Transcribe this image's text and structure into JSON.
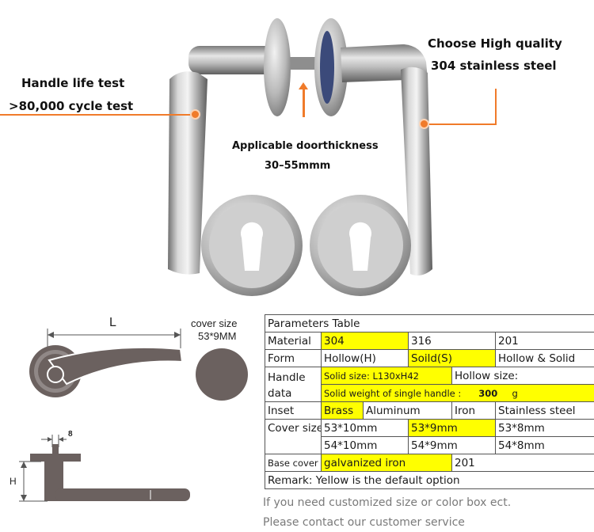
{
  "callouts": {
    "life_test_title": "Handle life test",
    "life_test_value": ">80,000 cycle test",
    "door_title": "Applicable doorthickness",
    "door_value": "30–55mmm",
    "quality_title": "Choose High quality",
    "quality_value": "304 stainless steel"
  },
  "diagram": {
    "length_label": "L",
    "cover_label_1": "cover size",
    "cover_label_2": "53*9MM",
    "width_label": "8",
    "height_label": "H"
  },
  "table": {
    "title": "Parameters Table",
    "material": {
      "label": "Material",
      "v1": "304",
      "v2": "316",
      "v3": "201"
    },
    "form": {
      "label": "Form",
      "v1": "Hollow(H)",
      "v2": "Soild(S)",
      "v3": "Hollow & Solid"
    },
    "handle": {
      "label_1": "Handle",
      "label_2": "data",
      "solid_size": "Solid size: L130xH42",
      "hollow_size": "Hollow size:",
      "weight_label": "Solid weight of single handle :",
      "weight_value": "300",
      "weight_unit": "g"
    },
    "inset": {
      "label": "Inset",
      "v1": "Brass",
      "v2": "Aluminum",
      "v3": "Iron",
      "v4": "Stainless steel"
    },
    "cover": {
      "label": "Cover size",
      "r1": [
        "53*10mm",
        "53*9mm",
        "53*8mm"
      ],
      "r2": [
        "54*10mm",
        "54*9mm",
        "54*8mm"
      ]
    },
    "base": {
      "label": "Base cover",
      "v1": "galvanized iron",
      "v2": "201"
    },
    "remark": "Remark: Yellow is the default option"
  },
  "notes": {
    "line1": "If you need customized size or color box ect.",
    "line2": "Please contact our customer service"
  },
  "colors": {
    "accent": "#f07b2a",
    "highlight": "#ffff00"
  }
}
